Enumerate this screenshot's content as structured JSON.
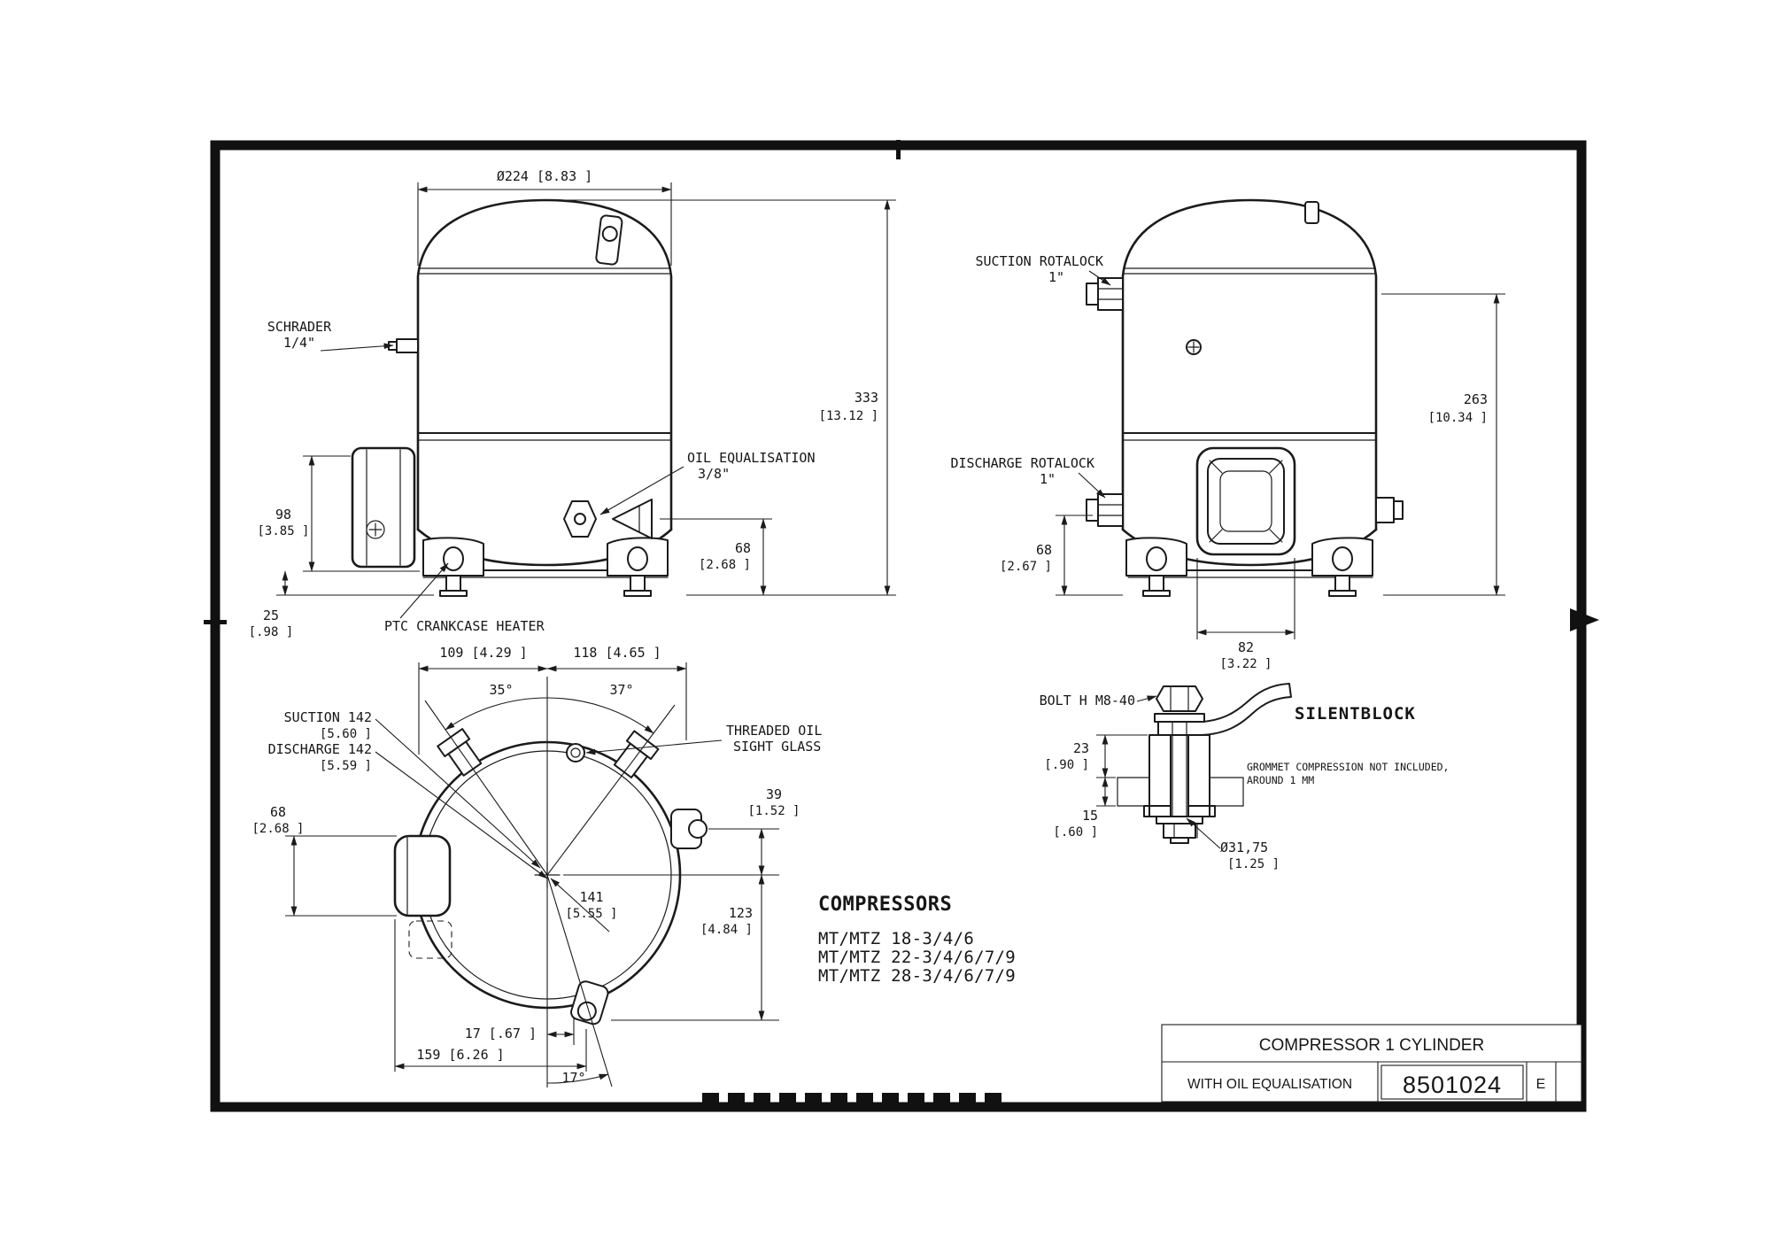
{
  "front_view": {
    "dim_diameter": "Ø224  [8.83 ]",
    "schrader_label": "SCHRADER",
    "schrader_size": "1/4\"",
    "dim_333_mm": "333",
    "dim_333_in": "[13.12 ]",
    "oil_eq_label": "OIL EQUALISATION",
    "oil_eq_size": "3/8\"",
    "dim_98_mm": "98",
    "dim_98_in": "[3.85 ]",
    "dim_68_mm": "68",
    "dim_68_in": "[2.68 ]",
    "dim_25_mm": "25",
    "dim_25_in": "[.98 ]",
    "ptc_label": "PTC CRANKCASE HEATER"
  },
  "side_view": {
    "suction_label": "SUCTION ROTALOCK",
    "suction_size": "1\"",
    "discharge_label": "DISCHARGE ROTALOCK",
    "discharge_size": "1\"",
    "dim_263_mm": "263",
    "dim_263_in": "[10.34 ]",
    "dim_68_mm": "68",
    "dim_68_in": "[2.67 ]",
    "dim_82_mm": "82",
    "dim_82_in": "[3.22 ]"
  },
  "top_view": {
    "dim_109": "109  [4.29 ]",
    "dim_118": "118  [4.65 ]",
    "angle_left": "35°",
    "angle_right": "37°",
    "suction_label": "SUCTION  142",
    "suction_in": "[5.60 ]",
    "discharge_label": "DISCHARGE  142",
    "discharge_in": "[5.59 ]",
    "sight_glass_line1": "THREADED OIL",
    "sight_glass_line2": "SIGHT GLASS",
    "dim_68_mm": "68",
    "dim_68_in": "[2.68 ]",
    "dim_39_mm": "39",
    "dim_39_in": "[1.52 ]",
    "dim_141_mm": "141",
    "dim_141_in": "[5.55 ]",
    "dim_123_mm": "123",
    "dim_123_in": "[4.84 ]",
    "dim_17": "17  [.67 ]",
    "dim_159": "159  [6.26 ]",
    "angle_bottom": "17°"
  },
  "silentblock": {
    "bolt_label": "BOLT H M8-40",
    "title": "SILENTBLOCK",
    "note_line1": "GROMMET COMPRESSION NOT INCLUDED,",
    "note_line2": "AROUND 1 MM",
    "dim_23_mm": "23",
    "dim_23_in": "[.90 ]",
    "dim_15_mm": "15",
    "dim_15_in": "[.60 ]",
    "dim_dia_mm": "Ø31,75",
    "dim_dia_in": "[1.25 ]"
  },
  "compressors": {
    "heading": "COMPRESSORS",
    "models": [
      "MT/MTZ 18-3/4/6",
      "MT/MTZ 22-3/4/6/7/9",
      "MT/MTZ 28-3/4/6/7/9"
    ]
  },
  "title_block": {
    "title": "COMPRESSOR 1 CYLINDER",
    "subtitle": "WITH OIL EQUALISATION",
    "drawing_number": "8501024",
    "revision": "E"
  }
}
